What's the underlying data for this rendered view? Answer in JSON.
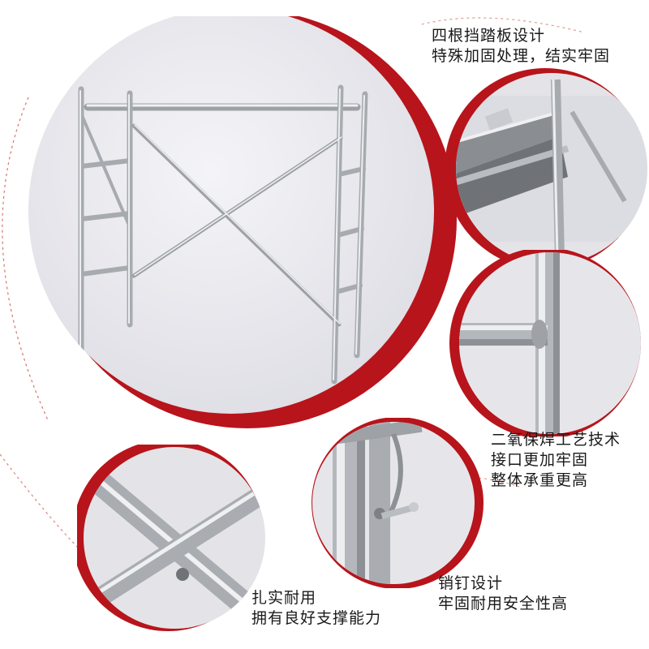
{
  "features": [
    {
      "id": "toe-board",
      "lines": [
        "四根挡踏板设计",
        "特殊加固处理，结实牢固"
      ]
    },
    {
      "id": "welding",
      "lines": [
        "二氧保焊工艺技术",
        "接口更加牢固",
        "整体承重更高"
      ]
    },
    {
      "id": "pin",
      "lines": [
        "销钉设计",
        "牢固耐用安全性高"
      ]
    },
    {
      "id": "cross-brace",
      "lines": [
        "扎实耐用",
        "拥有良好支撑能力"
      ]
    }
  ],
  "colors": {
    "accent_red": "#b8141b",
    "photo_background": "#e9e9ee",
    "steel_light": "#e4e6e9",
    "steel_mid": "#b9bdc2",
    "steel_dark": "#7d8186",
    "dashed_line": "#c0392b"
  }
}
